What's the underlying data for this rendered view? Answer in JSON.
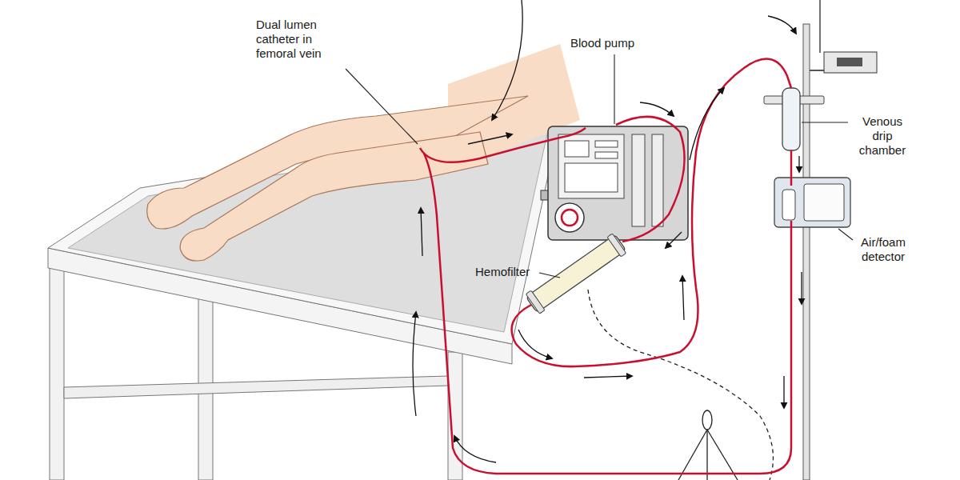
{
  "diagram": {
    "labels": [
      "Dual lumen catheter in femoral vein",
      "Blood pump",
      "Hemofilter",
      "Venous drip chamber",
      "Air/foam detector"
    ]
  }
}
